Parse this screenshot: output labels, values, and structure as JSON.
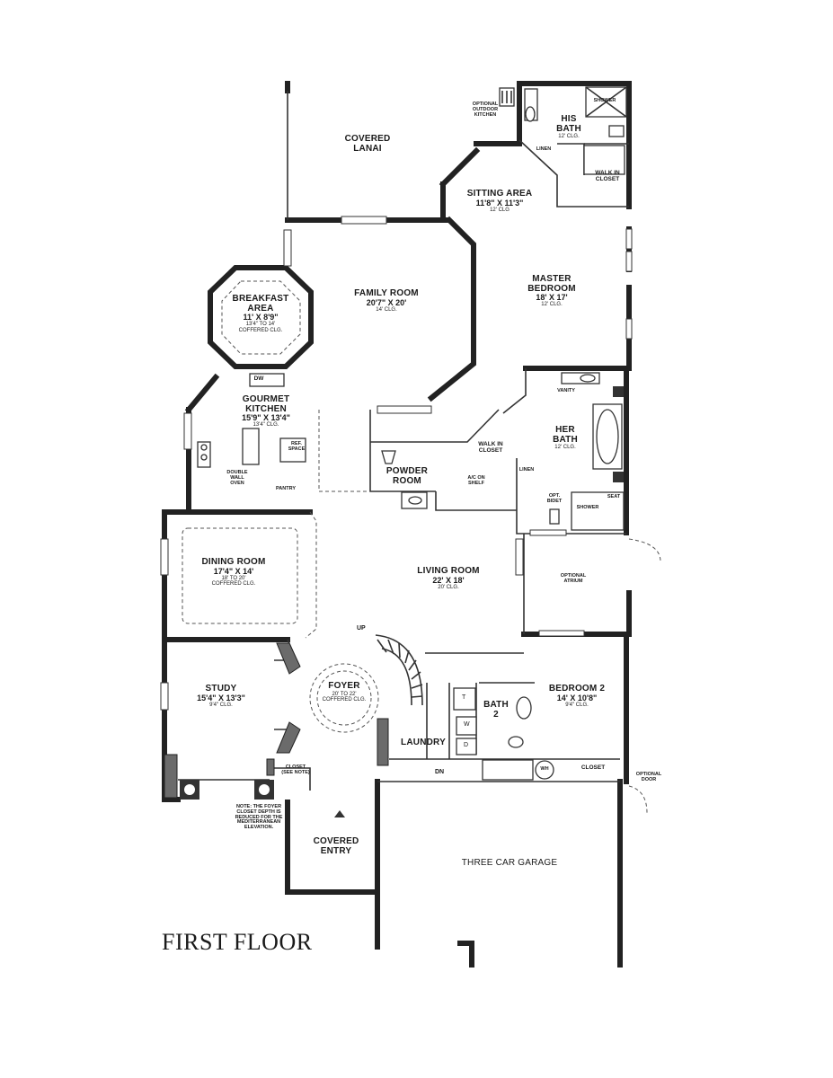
{
  "title": "FIRST FLOOR",
  "rooms": {
    "covered_lanai": {
      "name": "COVERED\nLANAI"
    },
    "outdoor_kitchen": {
      "name": "OPTIONAL\nOUTDOOR\nKITCHEN"
    },
    "his_bath": {
      "name": "HIS\nBATH",
      "clg": "12' CLG."
    },
    "shower_top": {
      "name": "SHOWER"
    },
    "walk_in_closet_his": {
      "name": "WALK IN\nCLOSET"
    },
    "linen_top": {
      "name": "LINEN"
    },
    "sitting_area": {
      "name": "SITTING AREA",
      "dim": "11'8\" X 11'3\"",
      "clg": "12' CLG"
    },
    "master_bedroom": {
      "name": "MASTER\nBEDROOM",
      "dim": "18' X 17'",
      "clg": "12' CLG."
    },
    "breakfast_area": {
      "name": "BREAKFAST\nAREA",
      "dim": "11' X 8'9\"",
      "clg": "13'4\" TO 14'\nCOFFERED CLG."
    },
    "family_room": {
      "name": "FAMILY ROOM",
      "dim": "20'7\" X 20'",
      "clg": "14' CLG."
    },
    "gourmet_kitchen": {
      "name": "GOURMET\nKITCHEN",
      "dim": "15'9\" X 13'4\"",
      "clg": "13'4\" CLG."
    },
    "dw": {
      "name": "DW"
    },
    "ref_space": {
      "name": "REF.\nSPACE"
    },
    "double_wall_oven": {
      "name": "DOUBLE\nWALL\nOVEN"
    },
    "pantry": {
      "name": "PANTRY"
    },
    "vanity": {
      "name": "VANITY"
    },
    "her_bath": {
      "name": "HER\nBATH",
      "clg": "12' CLG."
    },
    "walk_in_closet_her": {
      "name": "WALK IN\nCLOSET"
    },
    "ac_shelf": {
      "name": "A/C ON\nSHELF"
    },
    "linen_her": {
      "name": "LINEN"
    },
    "opt_bidet": {
      "name": "OPT.\nBIDET"
    },
    "shower_her": {
      "name": "SHOWER"
    },
    "seat": {
      "name": "SEAT"
    },
    "powder_room": {
      "name": "POWDER\nROOM"
    },
    "dining_room": {
      "name": "DINING ROOM",
      "dim": "17'4\" X 14'",
      "clg": "18' TO 20'\nCOFFERED CLG."
    },
    "living_room": {
      "name": "LIVING ROOM",
      "dim": "22' X 18'",
      "clg": "20' CLG."
    },
    "optional_atrium": {
      "name": "OPTIONAL\nATRIUM"
    },
    "study": {
      "name": "STUDY",
      "dim": "15'4\" X 13'3\"",
      "clg": "9'4\" CLG."
    },
    "foyer": {
      "name": "FOYER",
      "clg": "20' TO 22'\nCOFFERED CLG."
    },
    "bath2": {
      "name": "BATH\n2"
    },
    "bedroom2": {
      "name": "BEDROOM 2",
      "dim": "14' X 10'8\"",
      "clg": "9'4\" CLG."
    },
    "laundry": {
      "name": "LAUNDRY"
    },
    "closet_b2": {
      "name": "CLOSET"
    },
    "wh": {
      "name": "WH"
    },
    "optional_door": {
      "name": "OPTIONAL\nDOOR"
    },
    "closet_foyer": {
      "name": "CLOSET\n(SEE NOTE)"
    },
    "covered_entry": {
      "name": "COVERED\nENTRY"
    },
    "garage": {
      "name": "THREE CAR GARAGE"
    }
  },
  "marks": {
    "up": "UP",
    "dn": "DN",
    "t": "T",
    "w": "W",
    "d": "D"
  },
  "note": "NOTE: THE FOYER\nCLOSET DEPTH IS\nREDUCED FOR THE\nMEDITERRANEAN\nELEVATION."
}
